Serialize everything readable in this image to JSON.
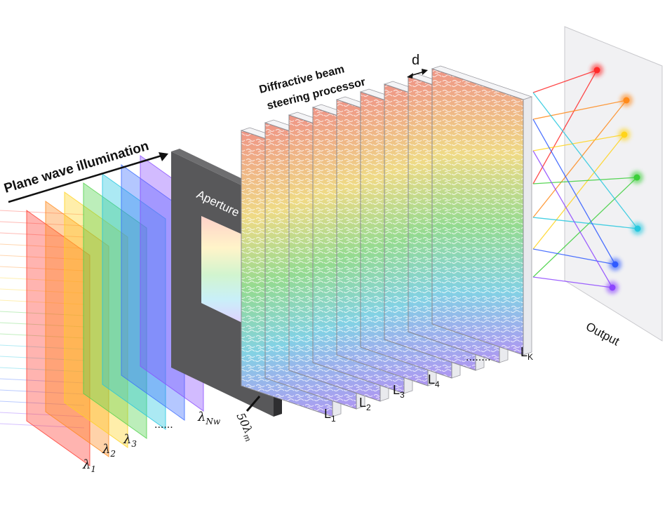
{
  "illumination_label": "Plane wave illumination",
  "processor_label_line1": "Diffractive beam",
  "processor_label_line2": "steering processor",
  "aperture_label": "Aperture",
  "spacing_label": "d",
  "output_label": "Output",
  "scale_label": {
    "main": "50",
    "lambda": "λ",
    "sub": "m"
  },
  "wavelengths": [
    {
      "symbol": "λ",
      "sub": "1"
    },
    {
      "symbol": "λ",
      "sub": "2"
    },
    {
      "symbol": "λ",
      "sub": "3"
    },
    {
      "symbol": "λ",
      "sub": "Nw"
    }
  ],
  "wavelength_ellipsis": "......",
  "layers": [
    {
      "letter": "L",
      "sub": "1"
    },
    {
      "letter": "L",
      "sub": "2"
    },
    {
      "letter": "L",
      "sub": "3"
    },
    {
      "letter": "L",
      "sub": "4"
    },
    {
      "letter": "L",
      "sub": "K"
    }
  ],
  "layer_ellipsis": "........",
  "colors": {
    "wave_planes": [
      "#ff3b2f",
      "#ff8a1c",
      "#ffd21f",
      "#4fd14a",
      "#22c6e0",
      "#3a6bff",
      "#8a4dff"
    ],
    "output_spots": [
      "#ff2a2a",
      "#ff8a1a",
      "#ffd41a",
      "#3ccf3a",
      "#27c8de",
      "#2f5bff",
      "#8d46ff"
    ],
    "aperture": "#4a4a4c"
  }
}
